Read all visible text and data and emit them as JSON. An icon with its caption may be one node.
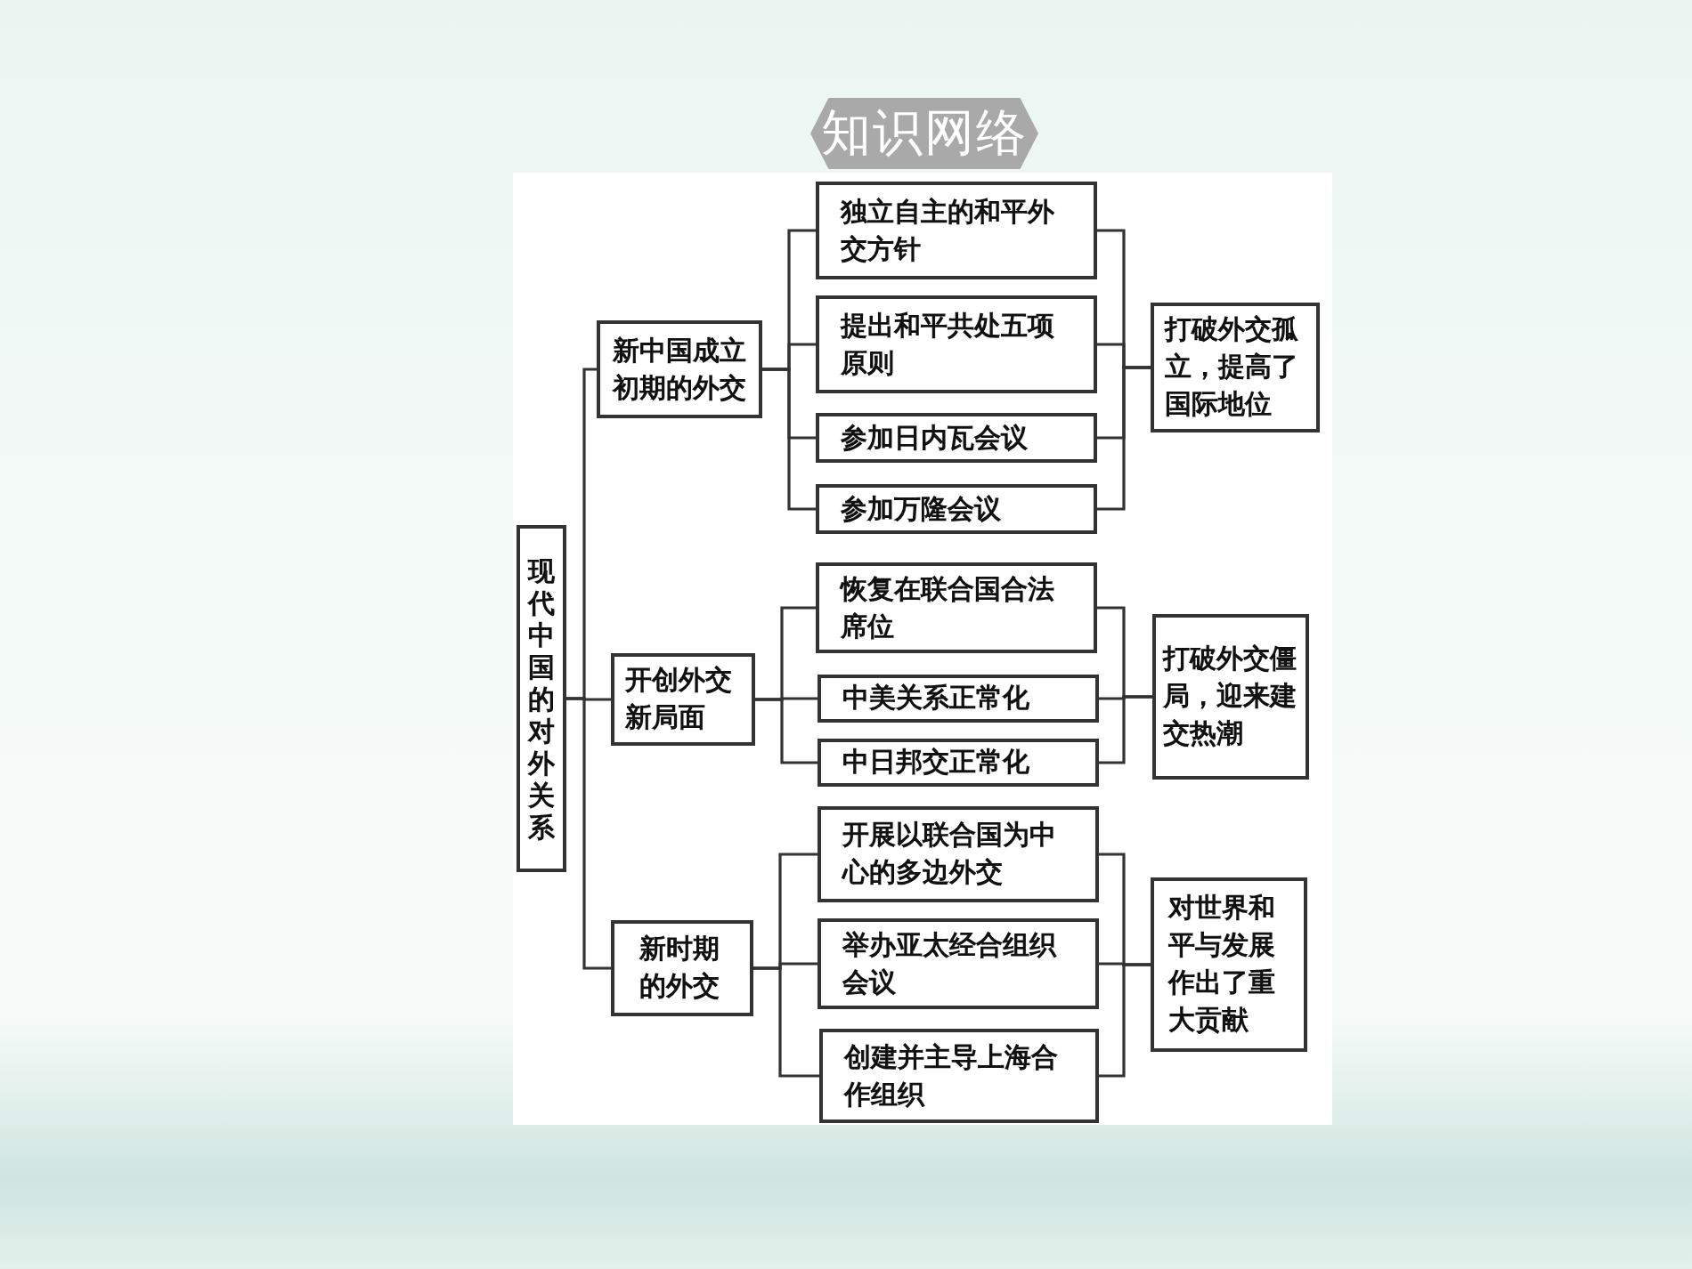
{
  "diagram": {
    "title": "知识网络",
    "nodes": [
      {
        "text": [
          "现代中国的对外关系"
        ]
      },
      {
        "text": [
          "新中国成立初期的外交"
        ]
      },
      {
        "text": [
          "独立自主的和平外交方针"
        ]
      },
      {
        "text": [
          "提出和平共处五项原则"
        ]
      },
      {
        "text": [
          "参加日内瓦会议"
        ]
      },
      {
        "text": [
          "参加万隆会议"
        ]
      },
      {
        "text": [
          "打破外交孤立，提高了国际地位"
        ]
      },
      {
        "text": [
          "开创外交新局面"
        ]
      },
      {
        "text": [
          "恢复在联合国合法席位"
        ]
      },
      {
        "text": [
          "中美关系正常化"
        ]
      },
      {
        "text": [
          "中日邦交正常化"
        ]
      },
      {
        "text": [
          "打破外交僵局，迎来建交热潮"
        ]
      },
      {
        "text": [
          "新时期的外交"
        ]
      },
      {
        "text": [
          "开展以联合国为中心的多边外交"
        ]
      },
      {
        "text": [
          "举办亚太经合组织会议"
        ]
      },
      {
        "text": [
          "创建并主导上海合作组织"
        ]
      },
      {
        "text": [
          "对世界和平与发展作出了重大贡献"
        ]
      }
    ],
    "edges": [
      {
        "from": 0,
        "to": 1,
        "arrow": "none"
      },
      {
        "from": 0,
        "to": 7,
        "arrow": "none"
      },
      {
        "from": 0,
        "to": 12,
        "arrow": "none"
      },
      {
        "from": 1,
        "to": 2,
        "arrow": "none"
      },
      {
        "from": 1,
        "to": 3,
        "arrow": "none"
      },
      {
        "from": 1,
        "to": 4,
        "arrow": "none"
      },
      {
        "from": 1,
        "to": 5,
        "arrow": "none"
      },
      {
        "from": 2,
        "to": 6,
        "arrow": "none"
      },
      {
        "from": 3,
        "to": 6,
        "arrow": "none"
      },
      {
        "from": 4,
        "to": 6,
        "arrow": "none"
      },
      {
        "from": 5,
        "to": 6,
        "arrow": "none"
      },
      {
        "from": 7,
        "to": 8,
        "arrow": "none"
      },
      {
        "from": 7,
        "to": 9,
        "arrow": "none"
      },
      {
        "from": 7,
        "to": 10,
        "arrow": "none"
      },
      {
        "from": 8,
        "to": 11,
        "arrow": "none"
      },
      {
        "from": 9,
        "to": 11,
        "arrow": "none"
      },
      {
        "from": 10,
        "to": 11,
        "arrow": "none"
      },
      {
        "from": 12,
        "to": 13,
        "arrow": "none"
      },
      {
        "from": 12,
        "to": 14,
        "arrow": "none"
      },
      {
        "from": 12,
        "to": 15,
        "arrow": "none"
      },
      {
        "from": 13,
        "to": 16,
        "arrow": "none"
      },
      {
        "from": 14,
        "to": 16,
        "arrow": "none"
      },
      {
        "from": 15,
        "to": 16,
        "arrow": "none"
      }
    ]
  }
}
